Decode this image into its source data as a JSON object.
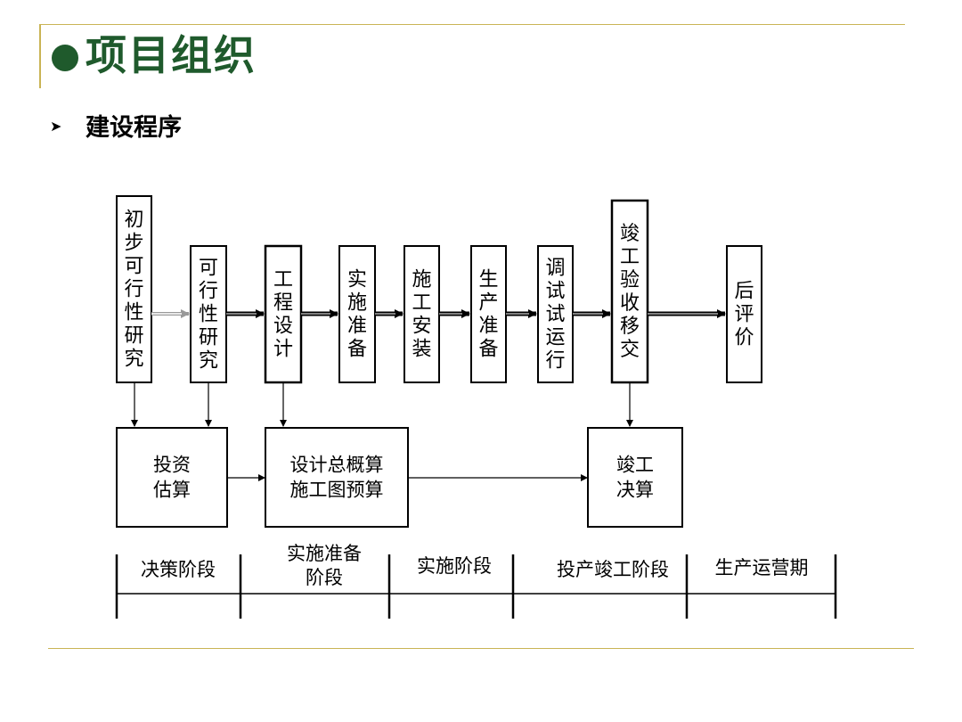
{
  "title": "项目组织",
  "subtitle": {
    "bullet_icon": "chevron-right-icon",
    "text": "建设程序"
  },
  "steps": [
    {
      "id": "s1",
      "label": "初步可行性研究"
    },
    {
      "id": "s2",
      "label": "可行性研究"
    },
    {
      "id": "s3",
      "label": "工程设计"
    },
    {
      "id": "s4",
      "label": "实施准备"
    },
    {
      "id": "s5",
      "label": "施工安装"
    },
    {
      "id": "s6",
      "label": "生产准备"
    },
    {
      "id": "s7",
      "label": "调试试运行"
    },
    {
      "id": "s8",
      "label": "竣工验收移交"
    },
    {
      "id": "s9",
      "label": "后评价"
    }
  ],
  "estimates": [
    {
      "id": "e1",
      "lines": [
        "投资",
        "估算"
      ]
    },
    {
      "id": "e2",
      "lines": [
        "设计总概算",
        "施工图预算"
      ]
    },
    {
      "id": "e3",
      "lines": [
        "竣工",
        "决算"
      ]
    }
  ],
  "phases": [
    {
      "id": "p1",
      "lines": [
        "决策阶段"
      ]
    },
    {
      "id": "p2",
      "lines": [
        "实施准备",
        "阶段"
      ]
    },
    {
      "id": "p3",
      "lines": [
        "实施阶段"
      ]
    },
    {
      "id": "p4",
      "lines": [
        "投产竣工阶段"
      ]
    },
    {
      "id": "p5",
      "lines": [
        "生产运营期"
      ]
    }
  ],
  "colors": {
    "title": "#1f5a2c",
    "rule": "#c9b455",
    "line": "#000000"
  }
}
